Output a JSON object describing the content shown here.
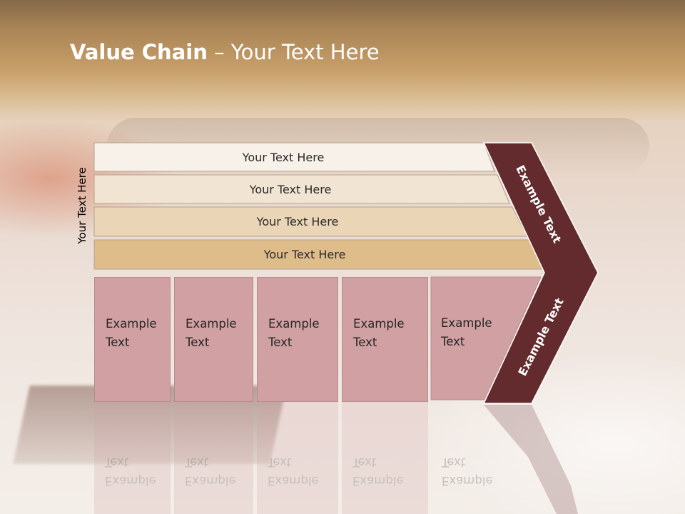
{
  "title": {
    "bold": "Value Chain",
    "rest": " – Your Text Here"
  },
  "side_label": "Your Text Here",
  "bars": [
    "Your Text Here",
    "Your Text Here",
    "Your Text Here",
    "Your Text Here"
  ],
  "boxes": [
    "Example\nText",
    "Example\nText",
    "Example\nText",
    "Example\nText",
    "Example\nText"
  ],
  "chevron_labels": {
    "top": "Example Text",
    "bottom": "Example Text"
  },
  "colors": {
    "bar_1": "#f8f1e9",
    "bar_2": "#f2e4d2",
    "bar_3": "#ead5b6",
    "bar_4": "#dfbd8a",
    "box": "#d0a0a3",
    "chevron": "#632b2e"
  }
}
